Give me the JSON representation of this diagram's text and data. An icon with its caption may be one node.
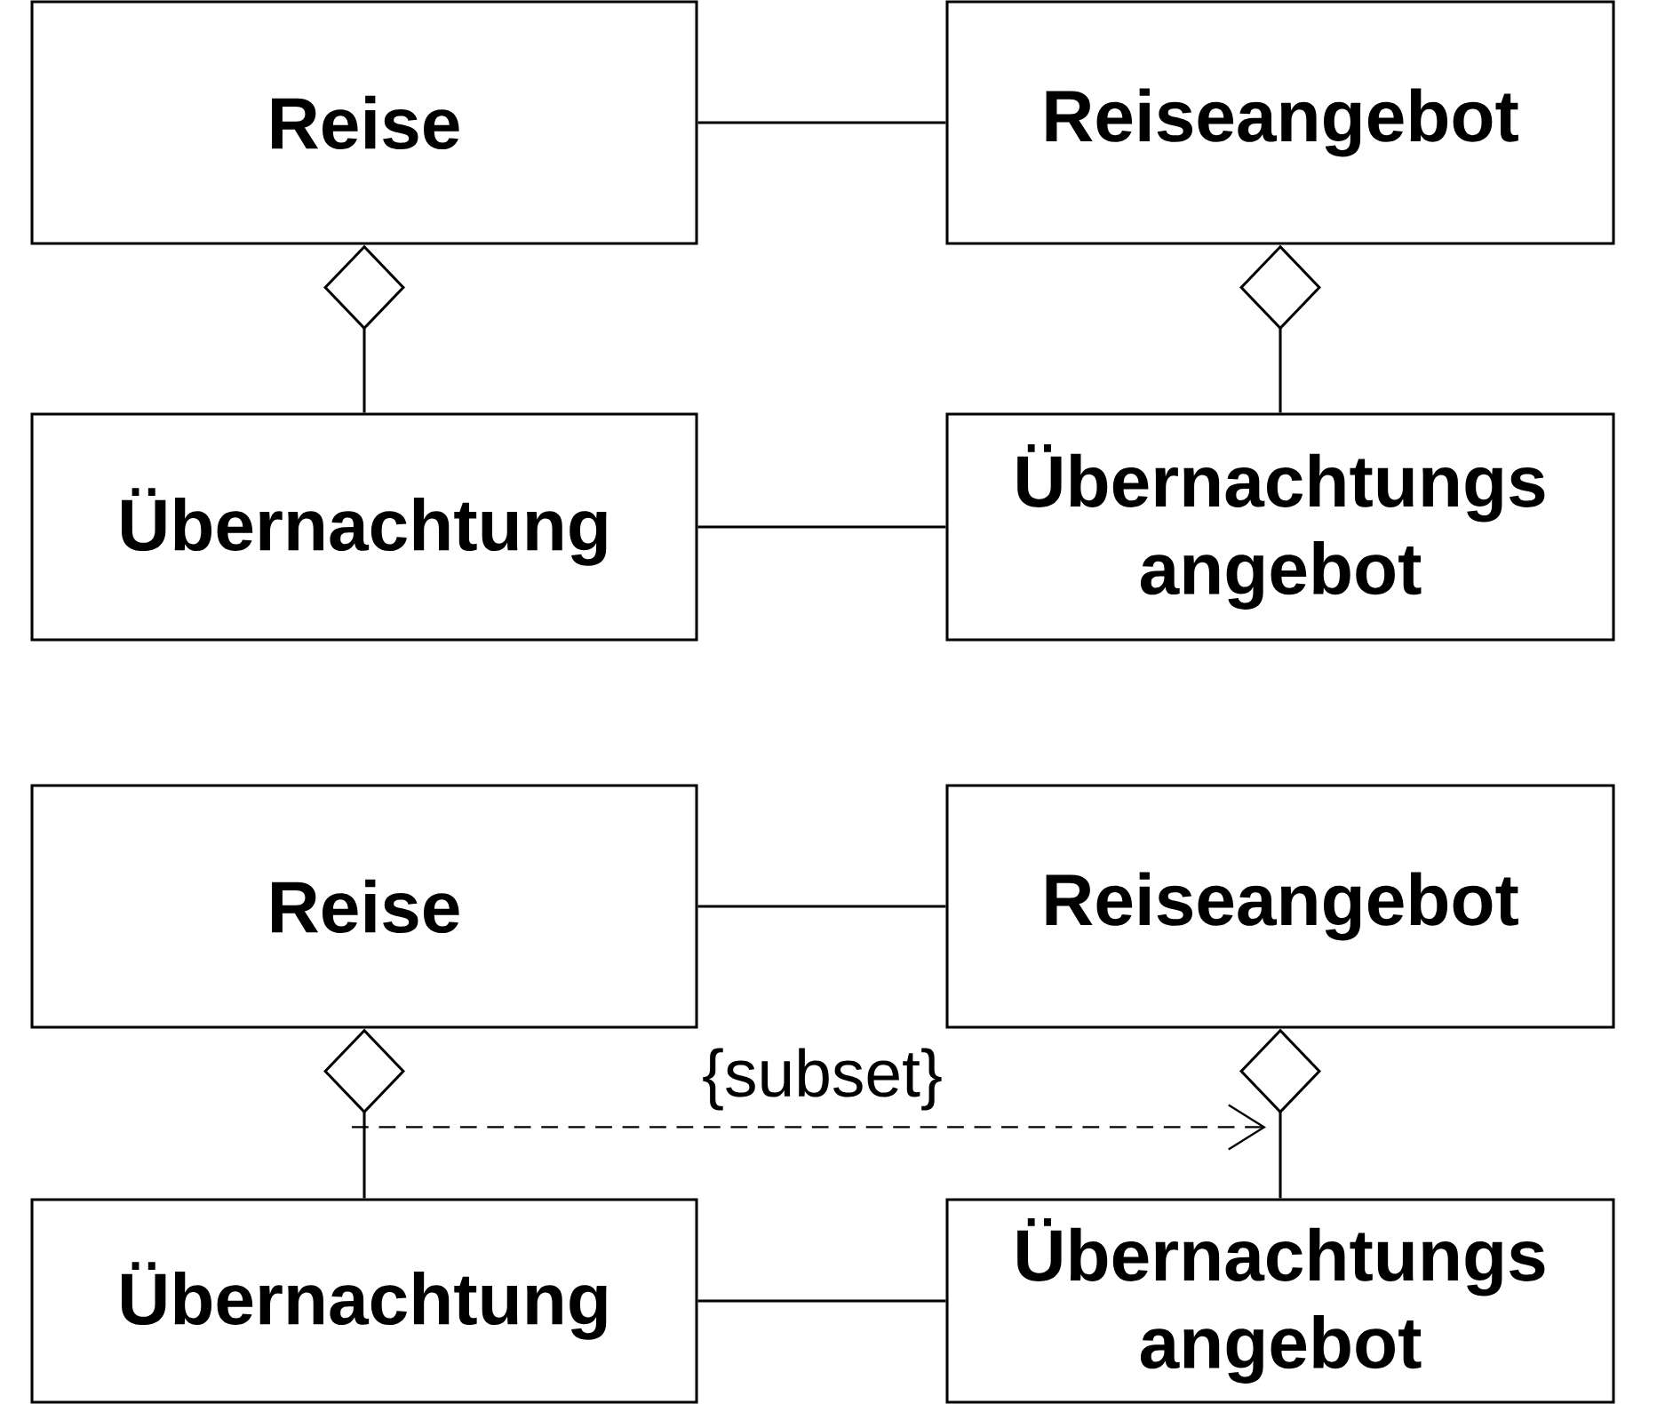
{
  "diagram": {
    "nodes": [
      {
        "text": [
          "Reise"
        ]
      },
      {
        "text": [
          "Reiseangebot"
        ]
      },
      {
        "text": [
          "Übernachtung"
        ]
      },
      {
        "text": [
          "Übernachtungs angebot"
        ]
      },
      {
        "text": [
          "Reise"
        ]
      },
      {
        "text": [
          "Reiseangebot"
        ]
      },
      {
        "text": [
          "Übernachtung"
        ]
      },
      {
        "text": [
          "Übernachtungs angebot"
        ]
      }
    ],
    "edges": [
      {
        "from": 0,
        "to": 1,
        "arrow": "none"
      },
      {
        "from": 2,
        "to": 0,
        "arrow": "other"
      },
      {
        "from": 3,
        "to": 1,
        "arrow": "other"
      },
      {
        "from": 2,
        "to": 3,
        "arrow": "none"
      },
      {
        "from": 4,
        "to": 5,
        "arrow": "none"
      },
      {
        "from": 6,
        "to": 4,
        "arrow": "other"
      },
      {
        "from": 7,
        "to": 5,
        "arrow": "other"
      },
      {
        "from": 6,
        "to": 7,
        "arrow": "none"
      },
      {
        "from": 6,
        "to": 7,
        "arrow": "to",
        "style": "dashed",
        "label": "{subset}"
      }
    ]
  }
}
